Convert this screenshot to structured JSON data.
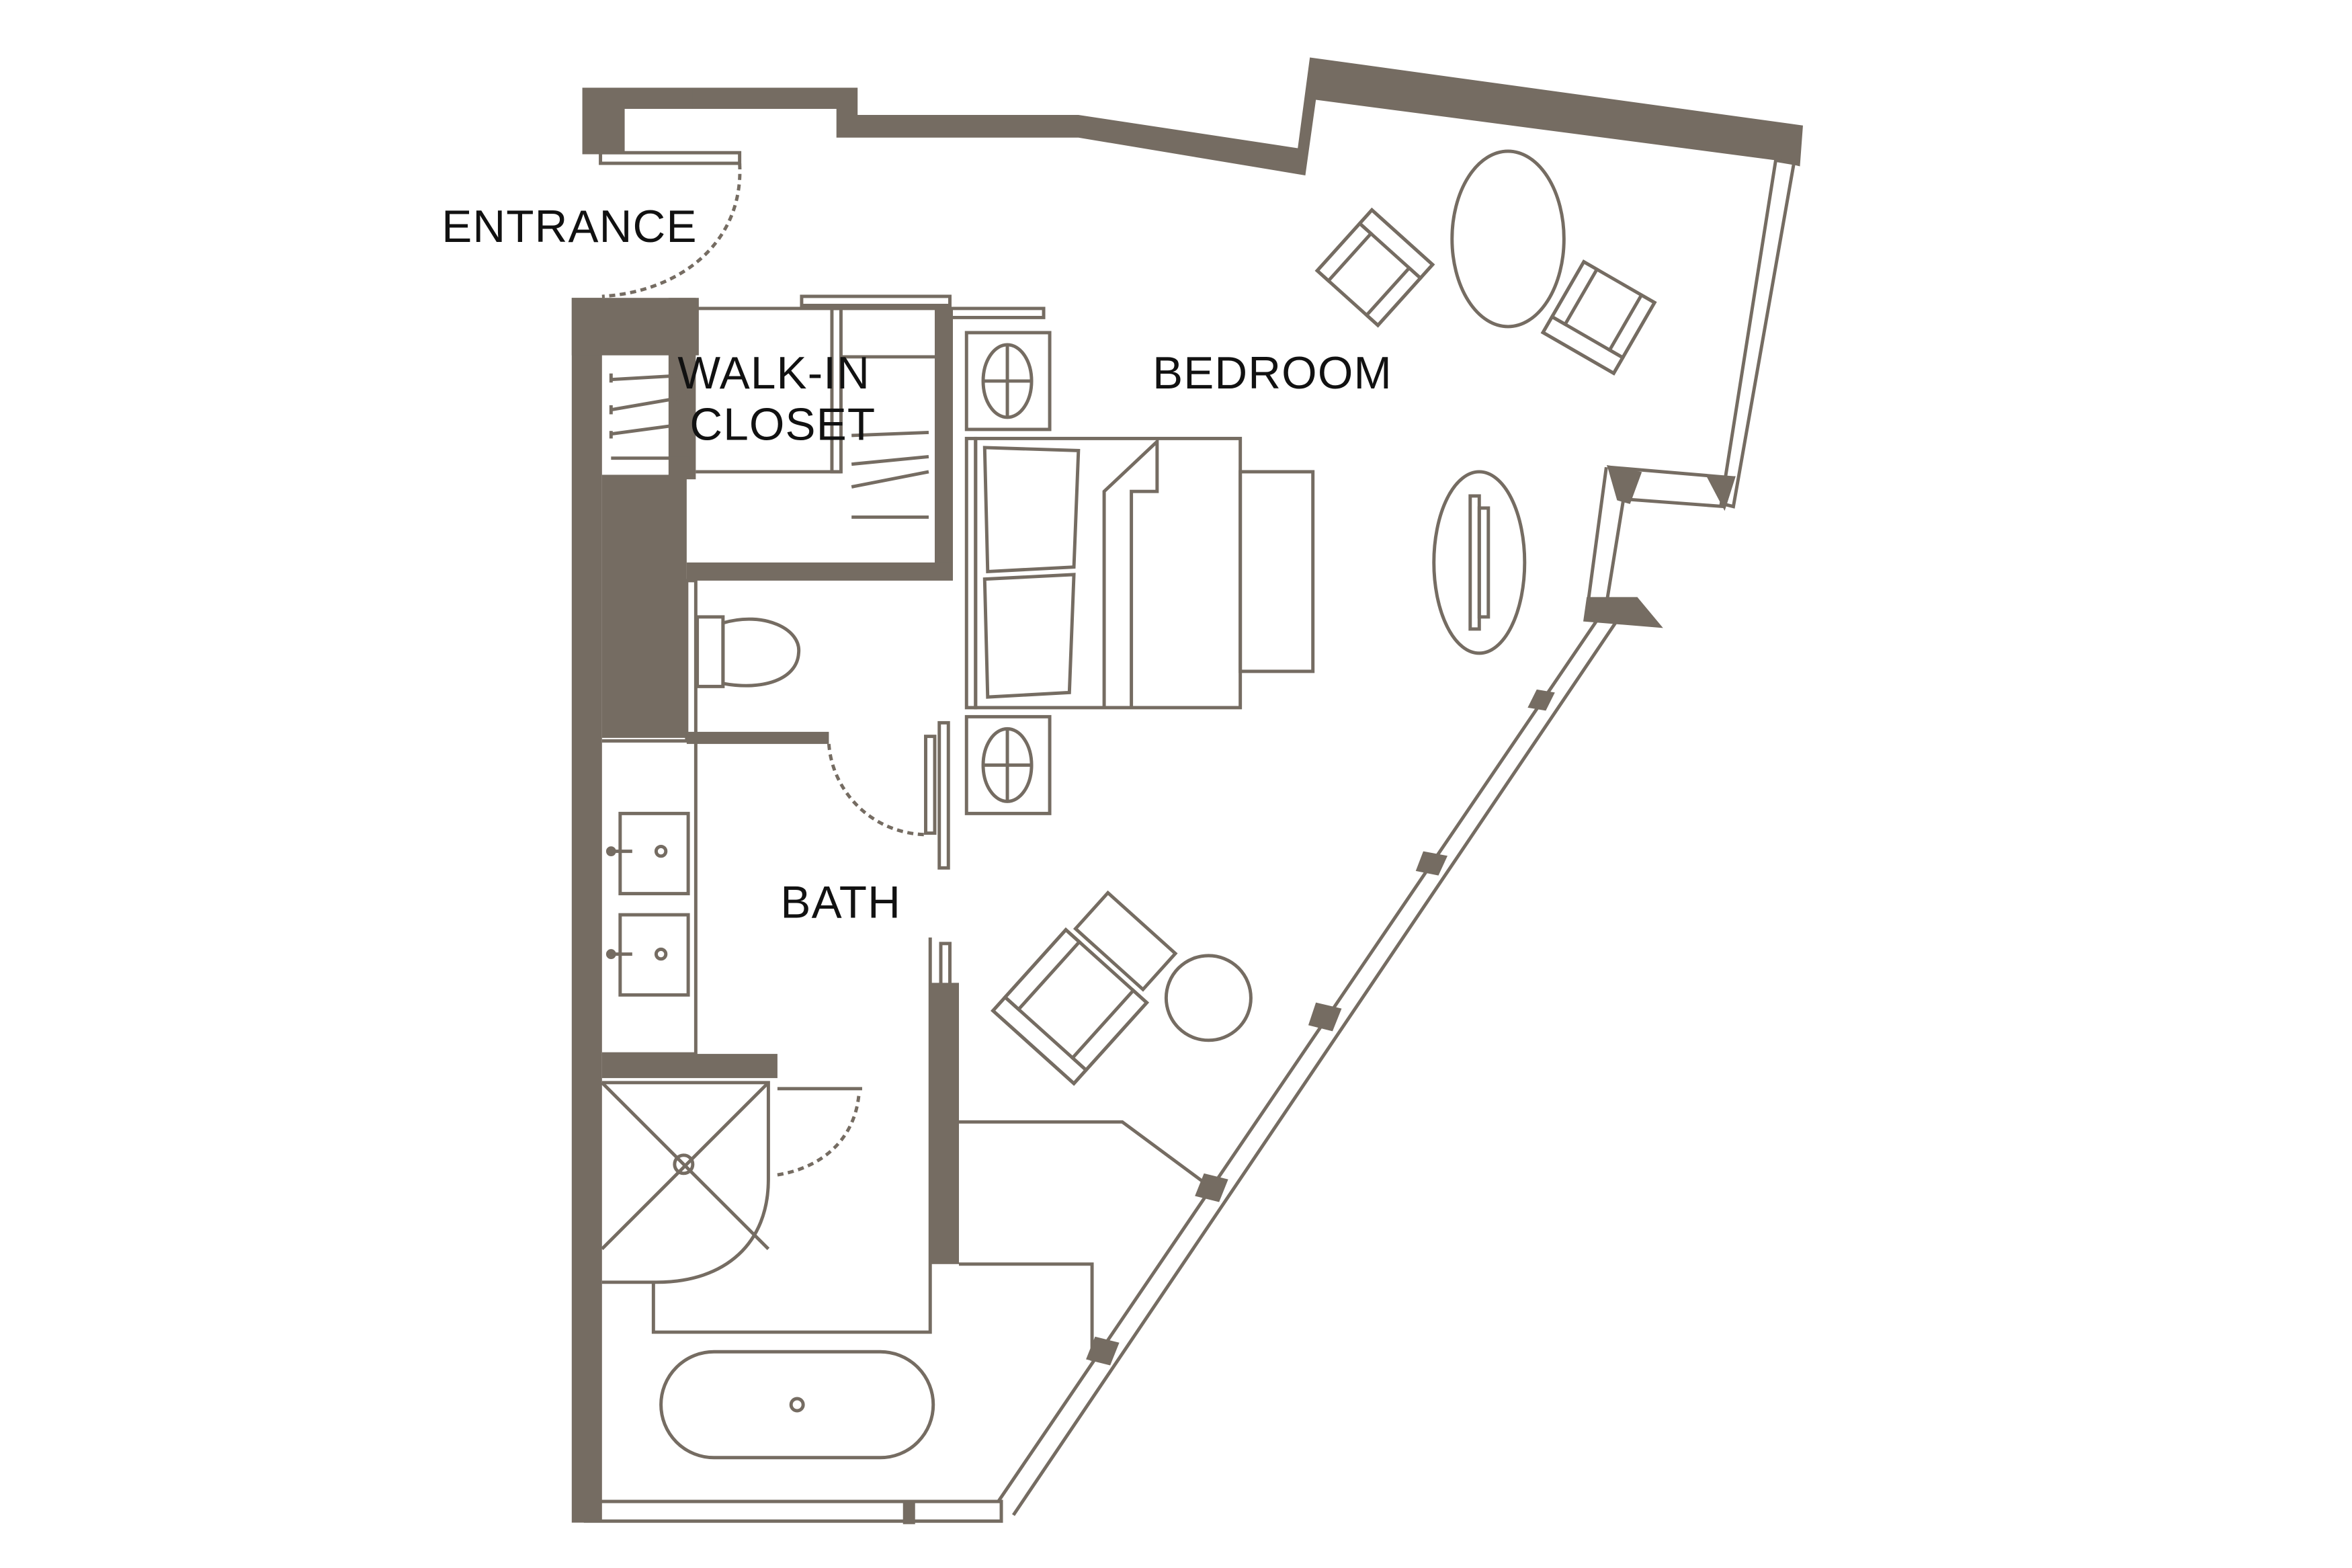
{
  "floorplan": {
    "colors": {
      "wall": "#756c62",
      "line": "#756c62",
      "background": "#ffffff",
      "text": "#111111"
    },
    "rooms": {
      "entrance": "ENTRANCE",
      "walk_in_closet_line1": "WALK-IN",
      "walk_in_closet_line2": "CLOSET",
      "bedroom": "BEDROOM",
      "bath": "BATH"
    },
    "fixtures": [
      "entry-door",
      "closet-shelving",
      "toilet",
      "bath-door",
      "double-vanity",
      "corner-shower",
      "freestanding-bathtub",
      "king-bed",
      "nightstand-lamps",
      "dining-table",
      "lounge-chairs",
      "console-table",
      "side-table",
      "angled-window-wall"
    ]
  }
}
